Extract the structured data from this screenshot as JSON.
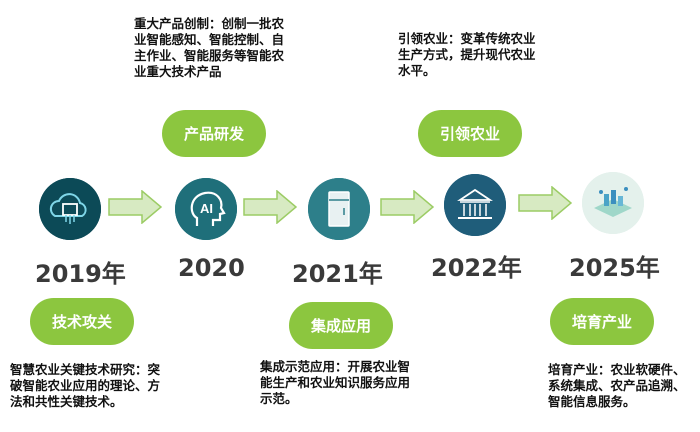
{
  "descriptions": {
    "product_rd": "重大产品创制：创制一批农\n业智能感知、智能控制、自\n主作业、智能服务等智能农\n业重大技术产品",
    "lead_agri": "引领农业：变革传统农业\n生产方式，提升现代农业\n水平。",
    "tech_research": "智慧农业关键技术研究：突\n破智能农业应用的理论、方\n法和共性关键技术。",
    "demo_app": "集成示范应用：开展农业智\n能生产和农业知识服务应用\n示范。",
    "industry": "培育产业：农业软硬件、\n系统集成、农产品追溯、\n智能信息服务。"
  },
  "pills": {
    "product_rd": "产品研发",
    "lead_agri": "引领农业",
    "tech_research": "技术攻关",
    "demo_app": "集成应用",
    "industry": "培育产业"
  },
  "years": [
    "2019年",
    "2020",
    "2021年",
    "2022年",
    "2025年"
  ],
  "icons": [
    "cloud-chip-icon",
    "ai-head-icon",
    "cabinet-icon",
    "building-icon",
    "smart-farm-icon"
  ],
  "colors": {
    "accent_green": "#8cc63f",
    "arrow_fill": "#d7eac2",
    "arrow_stroke": "#9ccc65",
    "dark_icon_bg": "#1f6f7a"
  }
}
